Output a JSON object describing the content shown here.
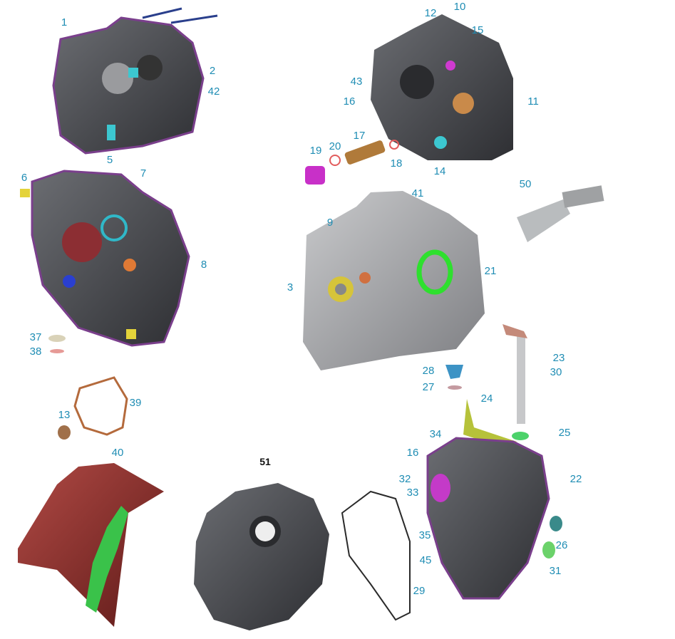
{
  "diagram": {
    "callouts": [
      "1",
      "2",
      "42",
      "5",
      "6",
      "7",
      "8",
      "37",
      "38",
      "39",
      "13",
      "40",
      "12",
      "10",
      "15",
      "43",
      "16",
      "11",
      "19",
      "20",
      "17",
      "18",
      "14",
      "50",
      "41",
      "9",
      "21",
      "3",
      "23",
      "30",
      "28",
      "27",
      "24",
      "25",
      "34",
      "16",
      "22",
      "32",
      "33",
      "35",
      "45",
      "26",
      "31",
      "29"
    ],
    "main_part_label": "51",
    "callout_color": "#1f8db4",
    "case_color": "#4a4c50",
    "gasket_color": "#7a3f8c"
  }
}
